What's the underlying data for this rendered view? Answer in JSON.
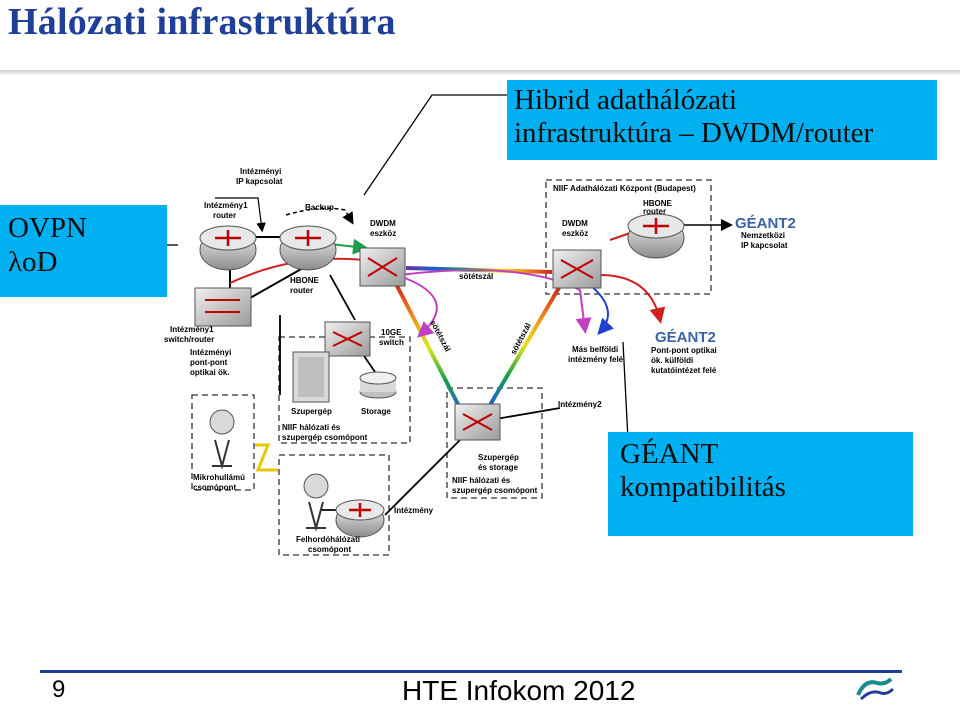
{
  "slide": {
    "title": "Hálózati infrastruktúra",
    "page_number": "9",
    "footer": "HTE Infokom 2012"
  },
  "callouts": {
    "top": [
      "Hibrid adathálózati",
      "infrastruktúra – DWDM/router"
    ],
    "left": [
      "OVPN",
      "λoD"
    ],
    "right": [
      "GÉANT",
      "kompatibilitás"
    ]
  },
  "diagram": {
    "labels": {
      "intezmenyi_ip": [
        "Intézményi",
        "IP kapcsolat"
      ],
      "intezmeny1_router": [
        "Intézmény1",
        "router"
      ],
      "backup": "Backup",
      "dwdm_eszkoz_left": [
        "DWDM",
        "eszköz"
      ],
      "hbone_router_left": [
        "HBONE",
        "router"
      ],
      "niif_kozpont": "NIIF Adathálózati Központ (Budapest)",
      "hbone_router_right": [
        "HBONE",
        "router"
      ],
      "dwdm_eszkoz_right": [
        "DWDM",
        "eszköz"
      ],
      "geant_logo_1": "GÉANT2",
      "nemzetkozi_ip": [
        "Nemzetközi",
        "IP kapcsolat"
      ],
      "sotetszal_h": "sötétszál",
      "intezmeny1_switch": [
        "Intézmény1",
        "switch/router"
      ],
      "intezmenyi_pontpont": [
        "Intézményi",
        "pont-pont",
        "optikai ök."
      ],
      "switch_10ge": [
        "10GE",
        "switch"
      ],
      "sotetszal_d1": "sötétszál",
      "sotetszal_d2": "sötétszál",
      "mas_belfoldi": [
        "Más belföldi",
        "intézmény felé"
      ],
      "geant_logo_2": "GÉANT2",
      "pont_pont_kulfoldi": [
        "Pont-pont optikai",
        "ök. külföldi",
        "kutatóintézet felé"
      ],
      "szupergep": "Szupergép",
      "storage": "Storage",
      "niif_szupergep": [
        "NIIF hálózati és",
        "szupergép csomópont"
      ],
      "intezmeny2": "Intézmény2",
      "mikrohullamu": [
        "Mikrohullámú",
        "csomópont"
      ],
      "szupergep_storage": [
        "Szupergép",
        "és storage"
      ],
      "niif_szupergep_2": [
        "NIIF hálózati és",
        "szupergép csomópont"
      ],
      "intezmeny": "Intézmény",
      "felhordo": [
        "Felhordóhálózati",
        "csomópont"
      ]
    }
  }
}
